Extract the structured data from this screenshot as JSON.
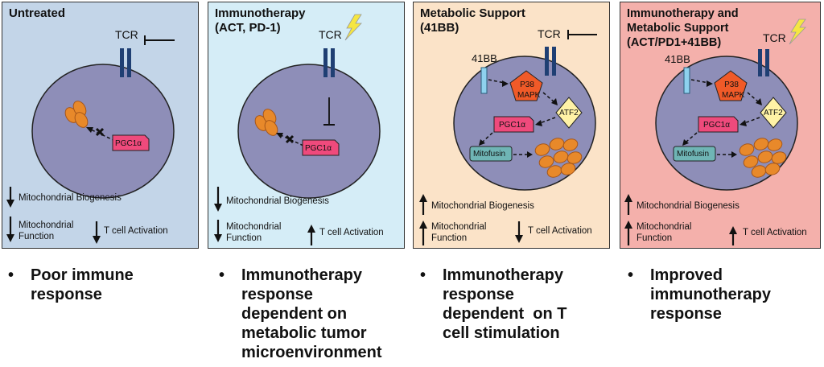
{
  "panels": [
    {
      "title_lines": [
        "Untreated"
      ],
      "receptor_label": "TCR",
      "nodes": {
        "pgc": "PGC1α"
      },
      "effects": [
        "Mitochondrial Biogenesis",
        "Mitochondrial",
        "Function",
        "T cell Activation"
      ],
      "outcome": [
        "Poor immune",
        "response"
      ]
    },
    {
      "title_lines": [
        "Immunotherapy",
        "(ACT, PD-1)"
      ],
      "receptor_label": "TCR",
      "nodes": {
        "pgc": "PGC1α"
      },
      "effects": [
        "Mitochondrial Biogenesis",
        "Mitochondrial",
        "Function",
        "T cell Activation"
      ],
      "outcome": [
        "Immunotherapy",
        "response",
        "dependent on",
        "metabolic tumor",
        "microenvironment"
      ]
    },
    {
      "title_lines": [
        "Metabolic Support",
        "(41BB)"
      ],
      "receptor_label": "TCR",
      "costim_label": "41BB",
      "nodes": {
        "p38": [
          "P38",
          "MAPK"
        ],
        "atf2": "ATF2",
        "pgc": "PGC1α",
        "mito": "Mitofusin"
      },
      "effects": [
        "Mitochondrial Biogenesis",
        "Mitochondrial",
        "Function",
        "T cell Activation"
      ],
      "outcome": [
        "Immunotherapy",
        "response",
        "dependent  on T",
        "cell stimulation"
      ]
    },
    {
      "title_lines": [
        "Immunotherapy and",
        "Metabolic Support",
        "(ACT/PD1+41BB)"
      ],
      "receptor_label": "TCR",
      "costim_label": "41BB",
      "nodes": {
        "p38": [
          "P38",
          "MAPK"
        ],
        "atf2": "ATF2",
        "pgc": "PGC1α",
        "mito": "Mitofusin"
      },
      "effects": [
        "Mitochondrial Biogenesis",
        "Mitochondrial",
        "Function",
        "T cell Activation"
      ],
      "outcome": [
        "Improved",
        "immunotherapy",
        "response"
      ]
    }
  ],
  "bullet_char": "•",
  "colors": {
    "cell": "#8e8eb8",
    "tcr": "#1f3f73",
    "pgc": "#ef4a7c",
    "p38": "#f05a28",
    "atf2": "#fff2a6",
    "mito_box": "#6fb5b5",
    "mitochondria": "#e8892a",
    "bolt": "#f5e642"
  }
}
